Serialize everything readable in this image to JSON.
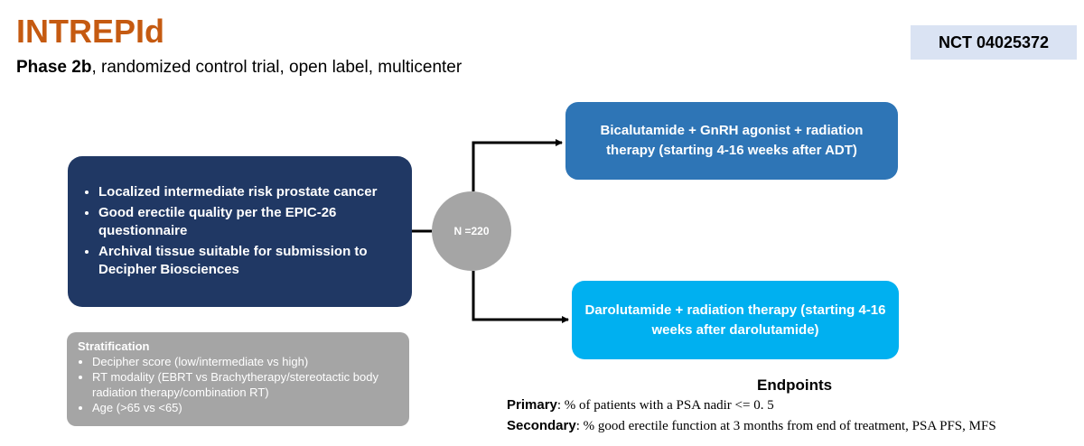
{
  "header": {
    "title": "INTREPId",
    "phase": "Phase 2b",
    "design": ", randomized control trial, open label, multicenter",
    "nct": "NCT 04025372"
  },
  "criteria": {
    "items": [
      "Localized intermediate risk prostate cancer",
      "Good erectile quality per the EPIC-26 questionnaire",
      "Archival tissue suitable for submission to Decipher Biosciences"
    ]
  },
  "randomization": {
    "label": "N =220"
  },
  "arms": {
    "arm1": "Bicalutamide + GnRH agonist + radiation therapy (starting 4-16 weeks after ADT)",
    "arm2": "Darolutamide + radiation therapy (starting 4-16 weeks after darolutamide)"
  },
  "stratification": {
    "title": "Stratification",
    "items": [
      "Decipher score (low/intermediate vs high)",
      "RT modality (EBRT vs Brachytherapy/stereotactic body radiation therapy/combination RT)",
      "Age (>65 vs <65)"
    ]
  },
  "endpoints": {
    "title": "Endpoints",
    "primary_label": "Primary",
    "primary_text": ": % of patients with a PSA nadir <= 0. 5",
    "secondary_label": "Secondary",
    "secondary_text": ":  %  good erectile function at 3 months from end of treatment, PSA PFS, MFS"
  },
  "colors": {
    "title": "#c55a11",
    "criteria_box": "#203864",
    "arm1_box": "#2e75b6",
    "arm2_box": "#00b0f0",
    "stratification_box": "#a5a5a5",
    "nct_box": "#dae3f3"
  }
}
